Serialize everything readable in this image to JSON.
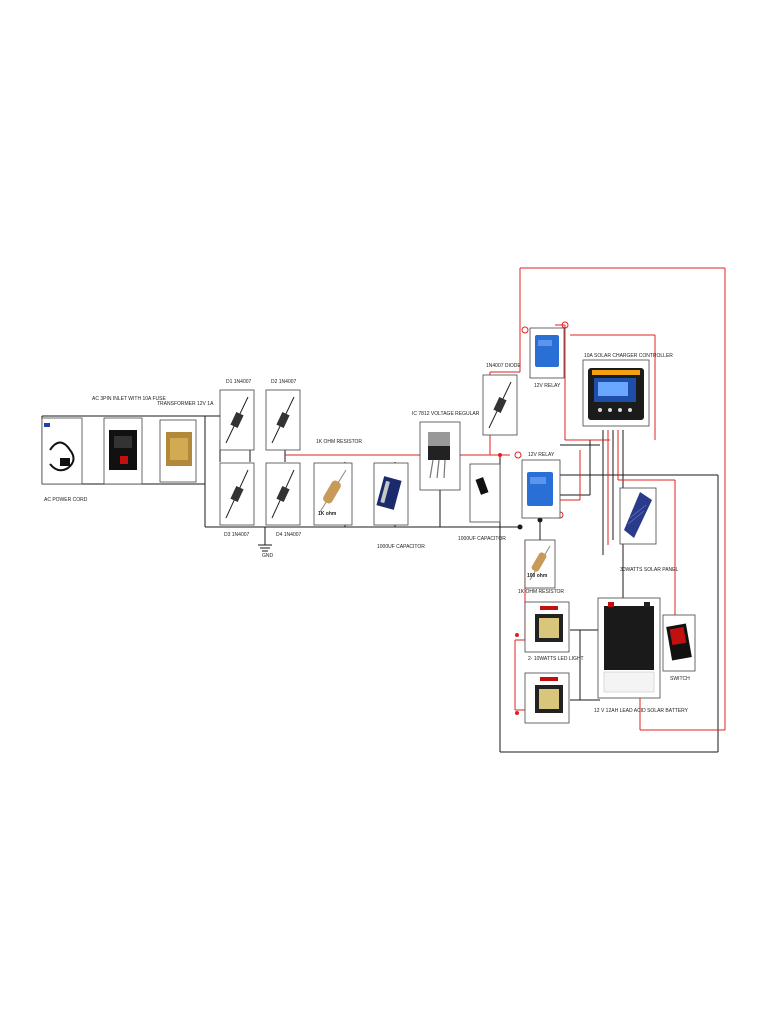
{
  "labels": {
    "ac_power_cord": "AC POWER CORD",
    "ac_inlet": "AC 3PIN INLET WITH 10A FUSE",
    "transformer": "TRANSFORMER 12V 1A",
    "d1": "D1 1N4007",
    "d2": "D2 1N4007",
    "d3": "D3 1N4007",
    "d4": "D4 1N4007",
    "gnd": "GND",
    "resistor_1k": "1K OHM RESISTOR",
    "resistor_value": "1K ohm",
    "capacitor_1": "1000UF CAPACITOR",
    "ic_regulator": "IC 7812 VOLTAGE REGULAR",
    "capacitor_2": "1000UF CAPACITOR",
    "diode_1n4007": "1N4007 DIODE",
    "relay_top": "12V RELAY",
    "relay_mid": "12V RELAY",
    "charger_controller": "10A SOLAR CHARGER CONTROLLER",
    "solar_panel": "30WATTS SOLAR PANEL",
    "resistor_2": "1K OHM RESISTOR",
    "resistor_2_value": "100 ohm",
    "led_light": "2- 10WATTS LED LIGHT",
    "battery": "12 V 12AH LEAD ACID SOLAR BATTERY",
    "switch": "SWITCH"
  },
  "colors": {
    "wire_black": "#1a1a1a",
    "wire_red": "#e02020",
    "relay_blue": "#2a6fd6",
    "controller_blue": "#1e4fa8"
  }
}
